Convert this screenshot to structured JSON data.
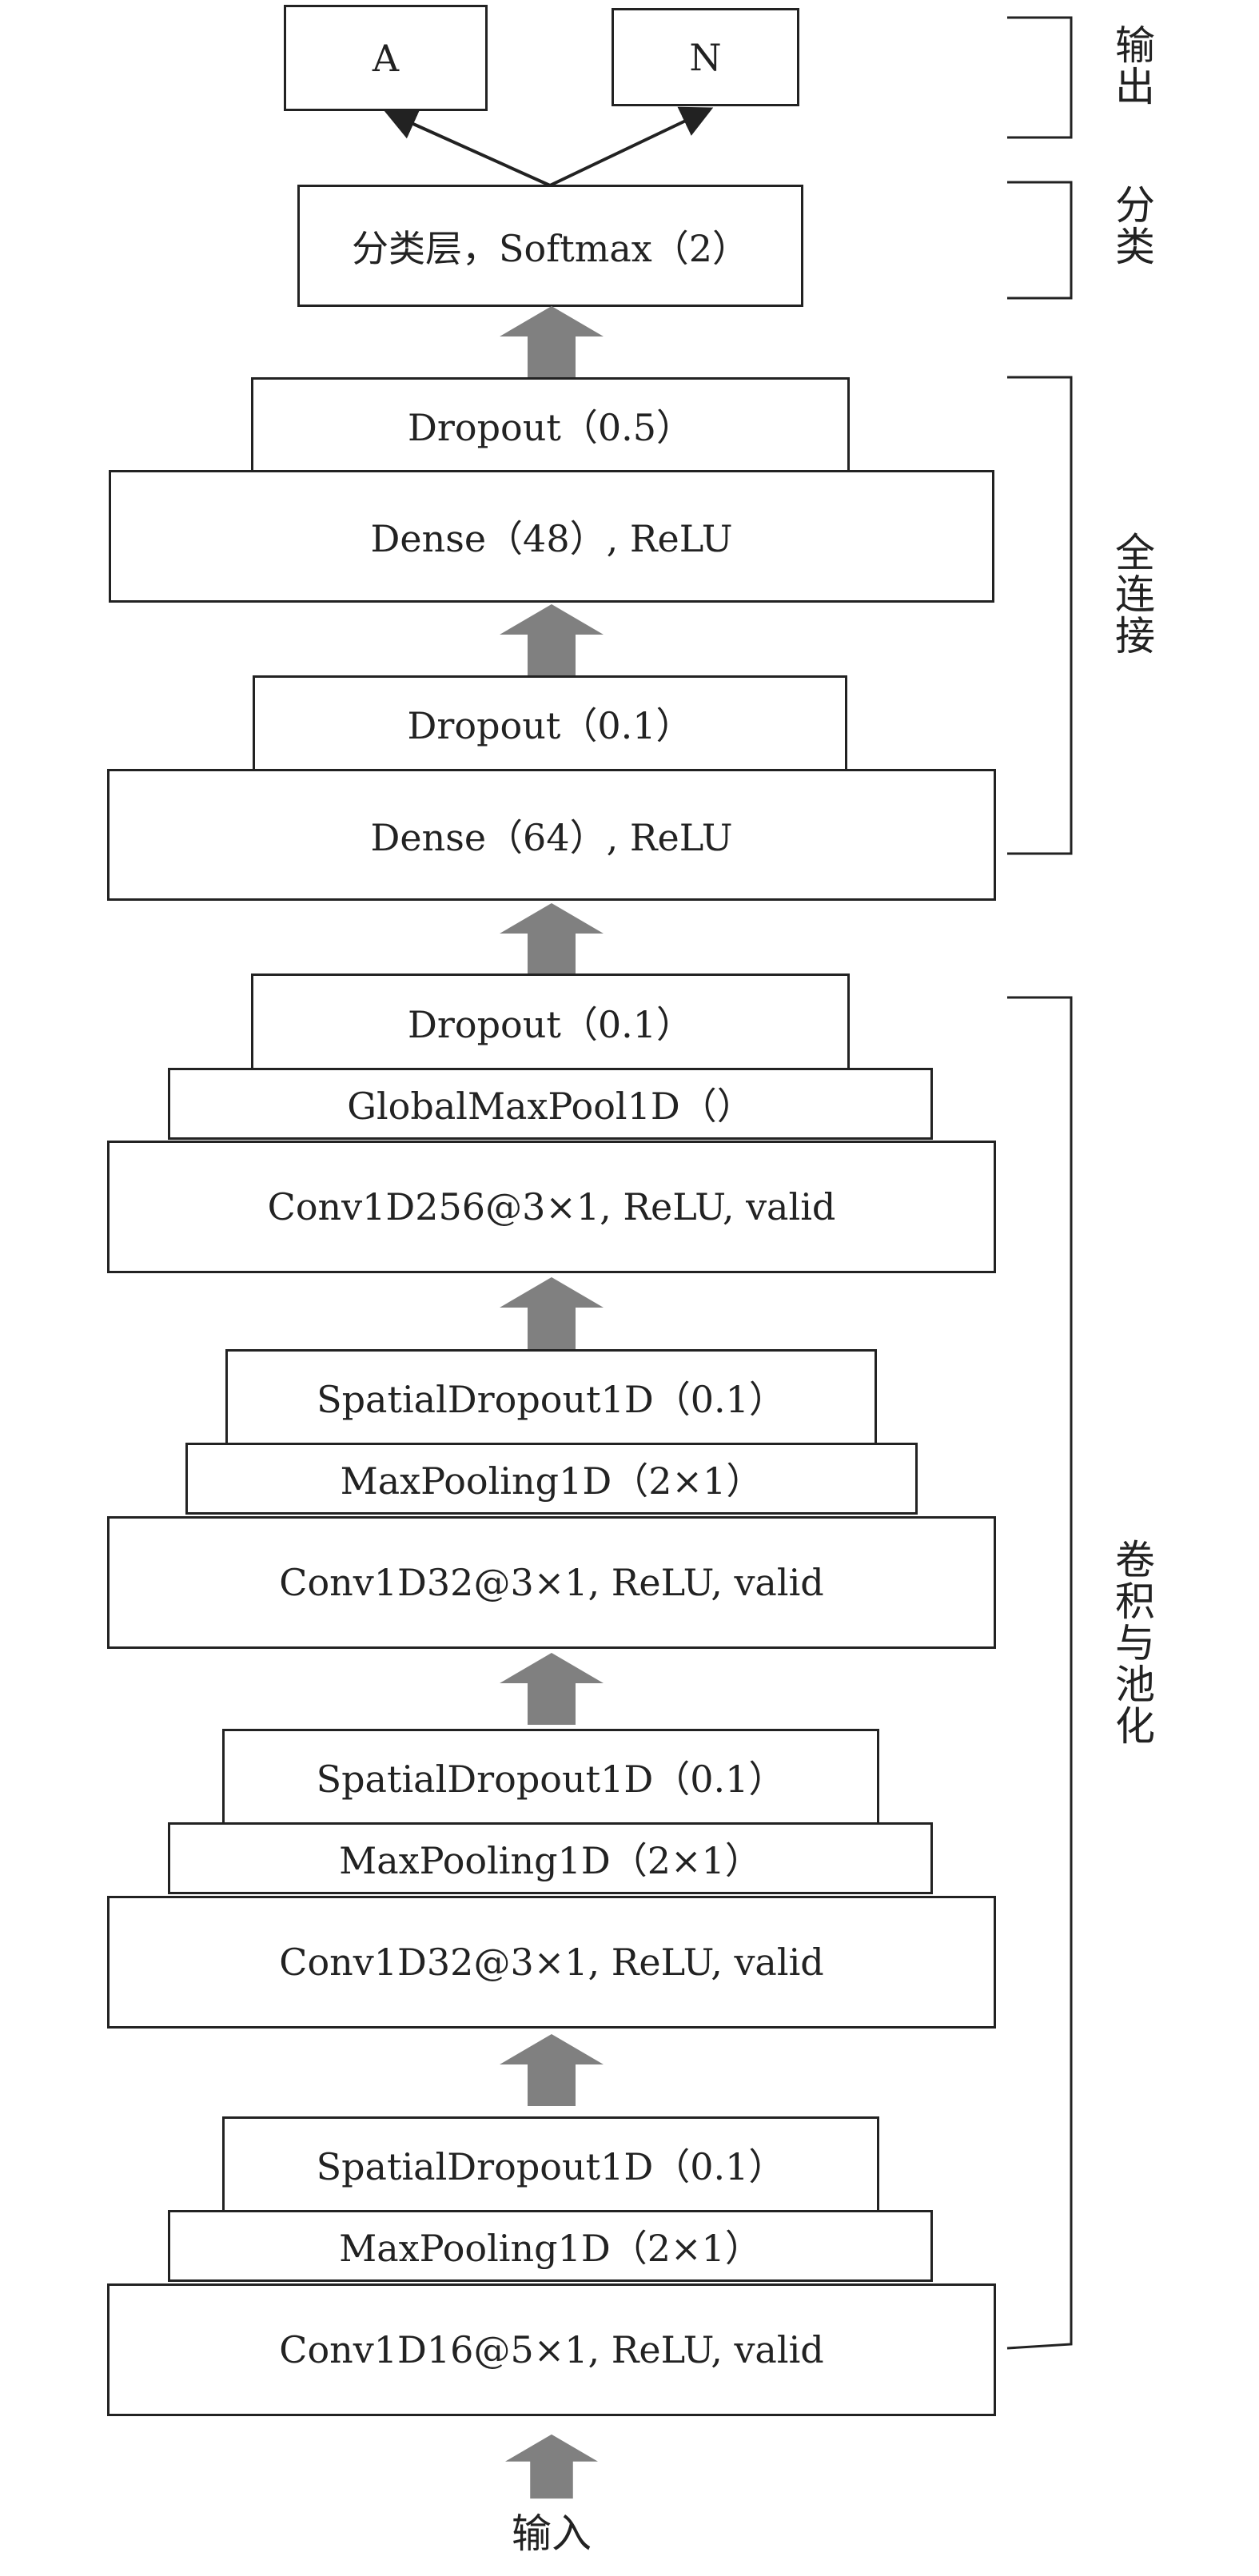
{
  "outputs": {
    "a": "A",
    "n": "N"
  },
  "classifier": "分类层，Softmax（2）",
  "fc": {
    "dropout1": "Dropout（0.5）",
    "dense1": "Dense（48）, ReLU",
    "dropout2": "Dropout（0.1）",
    "dense2": "Dense（64）, ReLU"
  },
  "conv": {
    "dropout_top": "Dropout（0.1）",
    "global_pool": "GlobalMaxPool1D（）",
    "conv256": "Conv1D256@3×1, ReLU, valid",
    "spatial1": "SpatialDropout1D（0.1）",
    "pool1": "MaxPooling1D（2×1）",
    "conv32a": "Conv1D32@3×1, ReLU, valid",
    "spatial2": "SpatialDropout1D（0.1）",
    "pool2": "MaxPooling1D（2×1）",
    "conv32b": "Conv1D32@3×1, ReLU, valid",
    "spatial3": "SpatialDropout1D（0.1）",
    "pool3": "MaxPooling1D（2×1）",
    "conv16": "Conv1D16@5×1, ReLU, valid"
  },
  "input_label": "输入",
  "groups": {
    "output": "输出",
    "classify": "分类",
    "fully_connected": "全连接",
    "conv_pool": "卷积与池化"
  },
  "colors": {
    "arrow": "#808080",
    "border": "#222222"
  }
}
